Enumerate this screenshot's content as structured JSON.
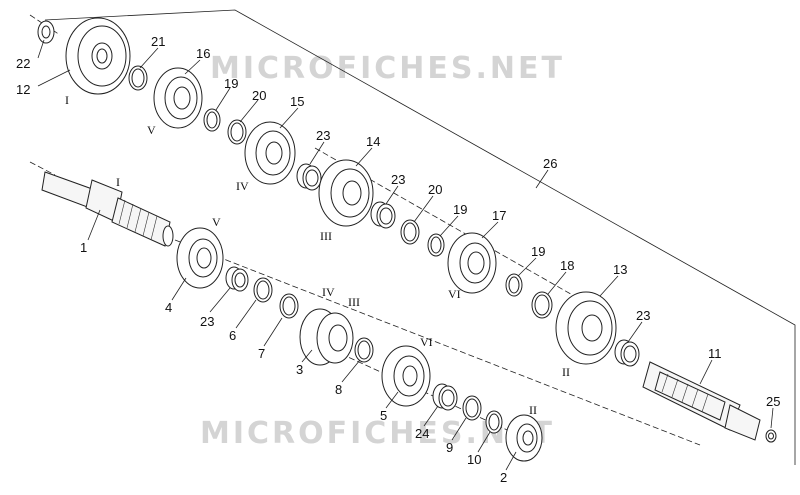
{
  "watermarks": [
    "MICROFICHES.NET",
    "MICROFICHES.NET"
  ],
  "callouts": {
    "p1": "1",
    "p2": "2",
    "p3": "3",
    "p4": "4",
    "p5": "5",
    "p6": "6",
    "p7": "7",
    "p8": "8",
    "p9": "9",
    "p10": "10",
    "p11": "11",
    "p12": "12",
    "p13": "13",
    "p14": "14",
    "p15": "15",
    "p16": "16",
    "p17": "17",
    "p18": "18",
    "p19a": "19",
    "p19b": "19",
    "p19c": "19",
    "p20a": "20",
    "p20b": "20",
    "p21": "21",
    "p22": "22",
    "p23a": "23",
    "p23b": "23",
    "p23c": "23",
    "p23d": "23",
    "p24": "24",
    "p25": "25",
    "p26": "26"
  },
  "gear_marks": {
    "r1": "I",
    "r2": "V",
    "r3": "IV",
    "r4": "III",
    "r5": "VI",
    "r6": "II",
    "r7": "I",
    "r8": "V",
    "r9": "IV",
    "r10": "III",
    "r11": "VI",
    "r12": "II"
  }
}
